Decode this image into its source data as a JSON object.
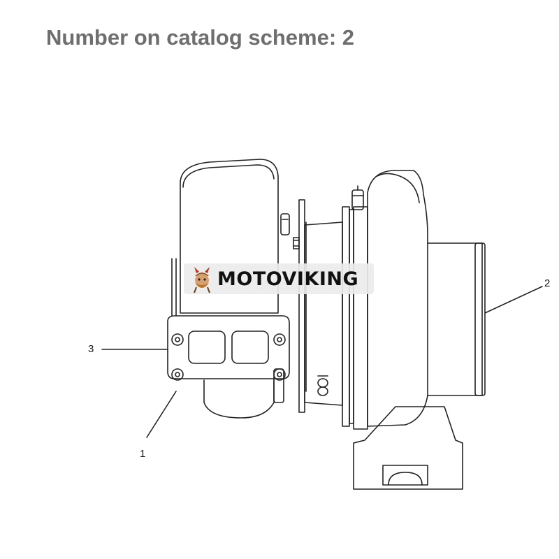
{
  "header": {
    "title": "Number on catalog scheme: 2"
  },
  "diagram": {
    "callouts": [
      {
        "id": "1",
        "label": "1"
      },
      {
        "id": "2",
        "label": "2"
      },
      {
        "id": "3",
        "label": "3"
      }
    ]
  },
  "watermark": {
    "text": "MOTOVIKING",
    "logo_icon": "viking-mascot-icon"
  },
  "colors": {
    "title": "#6e6e6e",
    "line": "#222222",
    "watermark_bg": "#ececec"
  }
}
